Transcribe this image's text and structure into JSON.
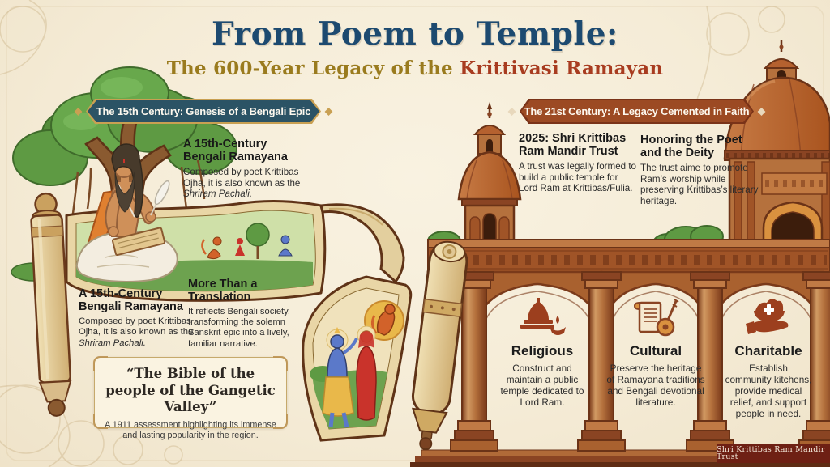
{
  "header": {
    "title": "From Poem to Temple:",
    "subtitle_prefix": "The 600-Year Legacy of the ",
    "subtitle_highlight": "Krittivasi Ramayan"
  },
  "banners": {
    "left": "The 15th Century: Genesis of a Bengali Epic",
    "right": "The 21st Century: A Legacy Cemented in Faith"
  },
  "left_section": {
    "top_block": {
      "heading": "A 15th-Century Bengali Ramayana",
      "body_text": "Composed by poet Krittibas Ojha, it is also known as the ",
      "body_italic": "Shriram Pachali."
    },
    "mid_block": {
      "heading": "A 15th-Century Bengali Ramayana",
      "body_text": "Composed by poet Krittibas Ojha, It is also known as the ",
      "body_italic": "Shriram Pachali."
    },
    "translation_block": {
      "heading": "More Than a Translation",
      "body": "It reflects Bengali society, transforming the solemn Sanskrit epic into a lively, familiar narrative."
    },
    "quote_box": {
      "quote": "“The Bible of the people of the Gangetic Valley”",
      "caption": "A 1911 assessment highlighting its immense and lasting popularity in the region."
    }
  },
  "right_section": {
    "trust_block": {
      "heading": "2025: Shri Krittibas Ram Mandir Trust",
      "body": "A trust was legally formed to build a public temple for Lord Ram at Krittibas/Fulia."
    },
    "honoring_block": {
      "heading": "Honoring the Poet and the Deity",
      "body": "The trust aime to promote Ram’s worship while preserving Krittibas’s literary heritage."
    },
    "objectives": [
      {
        "icon": "temple-diya-icon",
        "title": "Religious",
        "body": "Construct and maintain a public temple dedicated to Lord Ram."
      },
      {
        "icon": "scroll-instrument-icon",
        "title": "Cultural",
        "body": "Preserve the heritage of Ramayana traditions and Bengali devotional literature."
      },
      {
        "icon": "hand-bowl-icon",
        "title": "Charitable",
        "body": "Establish community kitchens, provide medical relief, and support people in need."
      }
    ],
    "credit": "Shri Krittibas Ram Mandir Trust"
  },
  "colors": {
    "background": "#f6eedb",
    "title_blue": "#1d4a70",
    "subtitle_gold": "#9a7b1e",
    "subtitle_red": "#a83c20",
    "banner_left_bg": "#2b5365",
    "banner_left_trim": "#c9a052",
    "banner_right_bg": "#9c4a23",
    "banner_right_trim": "#7a3318",
    "illustration_brown": "#9c3f1e",
    "credit_bg": "#6e2014"
  }
}
